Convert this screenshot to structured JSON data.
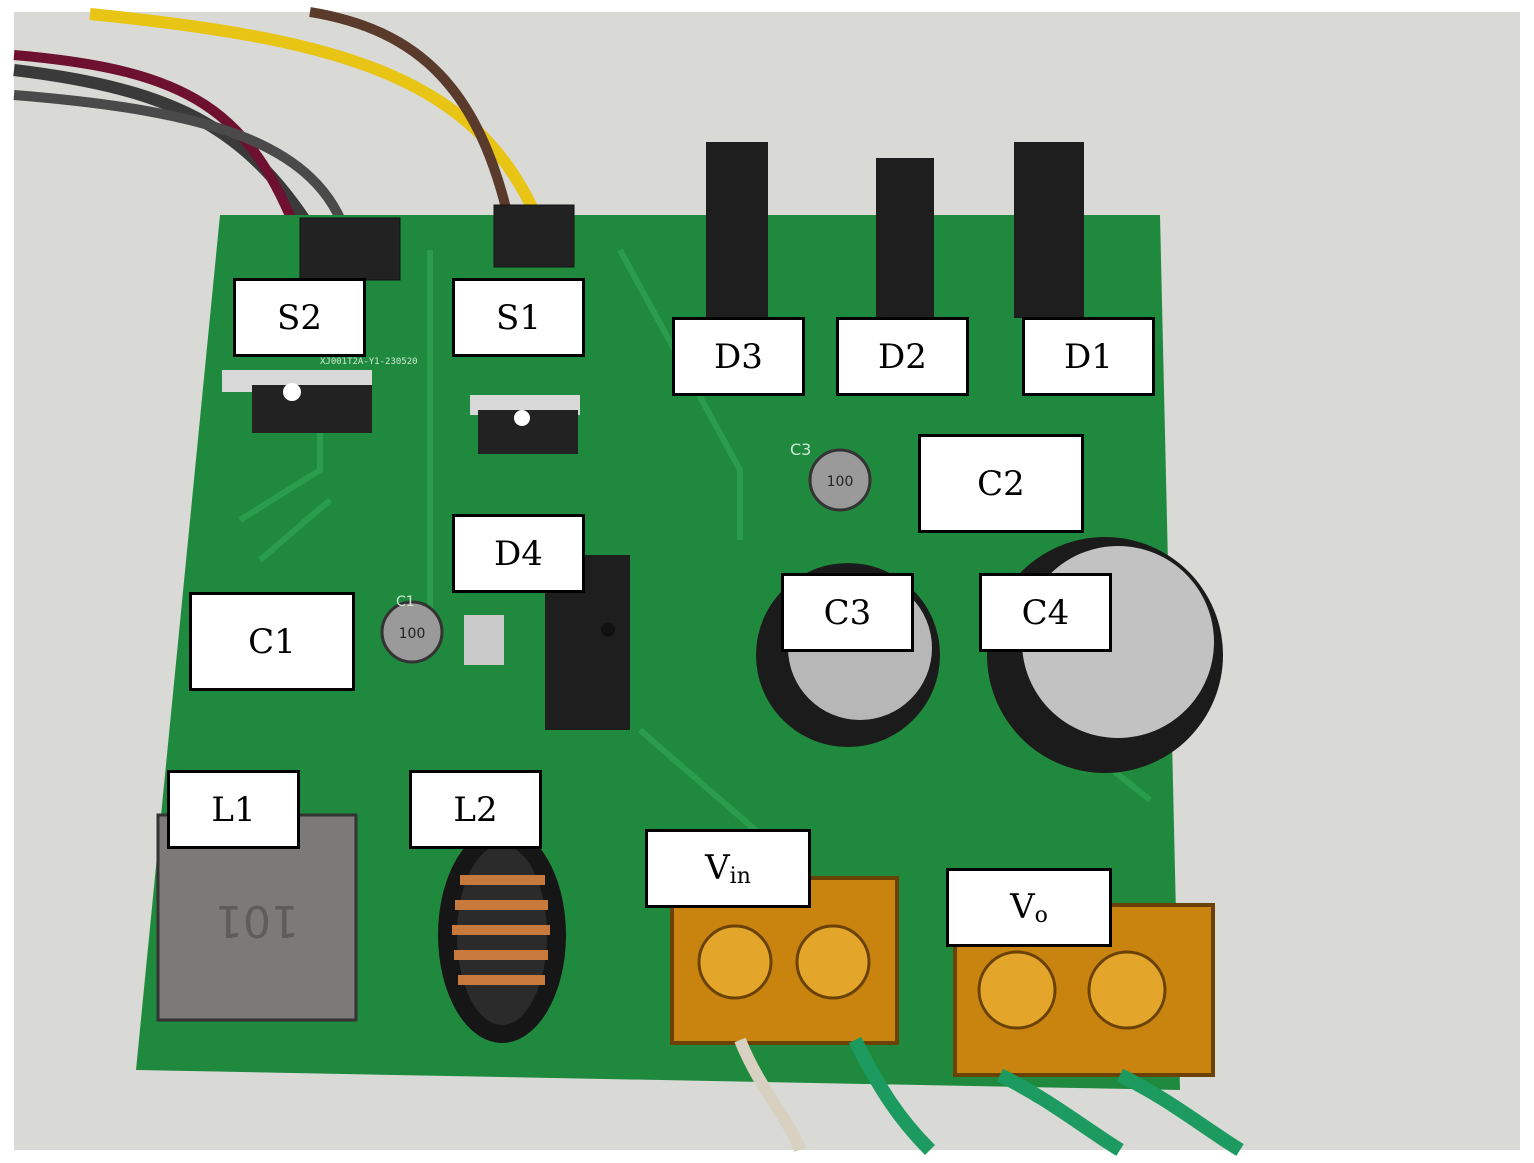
{
  "image": {
    "colors": {
      "background": "#d6d7d3",
      "pcb": "#1f8a3e",
      "pcb_dark": "#147030",
      "label_bg": "#ffffff",
      "label_border": "#000000"
    }
  },
  "labels": {
    "s2": {
      "main": "S2"
    },
    "s1": {
      "main": "S1"
    },
    "d3": {
      "main": "D3"
    },
    "d2": {
      "main": "D2"
    },
    "d1": {
      "main": "D1"
    },
    "c2": {
      "main": "C2"
    },
    "d4": {
      "main": "D4"
    },
    "c1": {
      "main": "C1"
    },
    "c3": {
      "main": "C3"
    },
    "c4": {
      "main": "C4"
    },
    "l1": {
      "main": "L1"
    },
    "l2": {
      "main": "L2"
    },
    "vin": {
      "main": "V",
      "sub": "in"
    },
    "vo": {
      "main": "V",
      "sub": "o"
    }
  },
  "board_text": {
    "silk_id": "XJ001T2A-Y1-230520",
    "cap_c3": "C3",
    "cap_c1": "C1",
    "small_cap_marking": "100",
    "inductor_marking": "101"
  }
}
